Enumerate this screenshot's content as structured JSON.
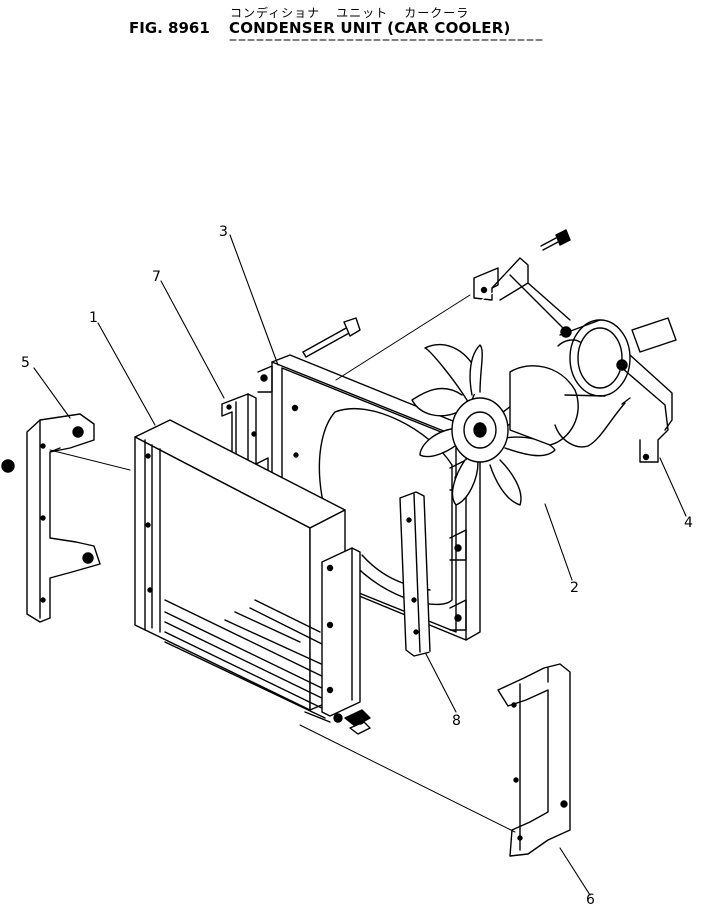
{
  "header": {
    "japanese_title_1": "コンディショナ",
    "japanese_title_2": "ユニット",
    "japanese_title_3": "カークーラ",
    "figure_number": "FIG. 8961",
    "title": "CONDENSER UNIT (CAR COOLER)"
  },
  "callouts": {
    "c1": "1",
    "c2": "2",
    "c3": "3",
    "c4": "4",
    "c5": "5",
    "c6": "6",
    "c7": "7",
    "c8": "8"
  }
}
